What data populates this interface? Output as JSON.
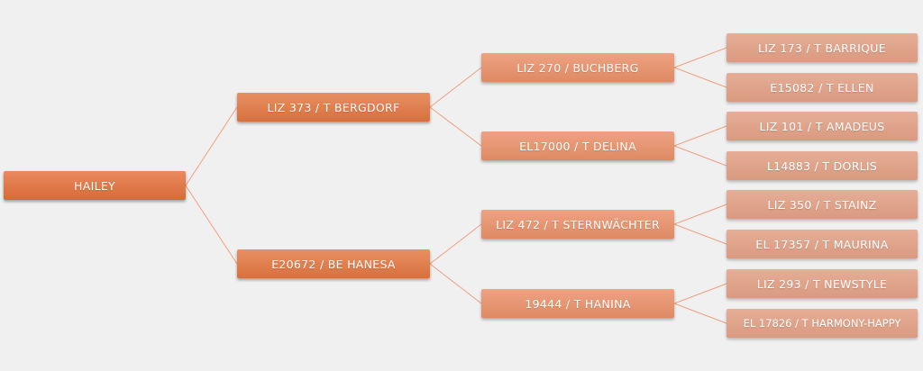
{
  "diagram": {
    "type": "pedigree-tree",
    "root": {
      "label": "HAILEY",
      "parents": [
        {
          "label": "LIZ 373 / T BERGDORF",
          "parents": [
            {
              "label": "LIZ 270 / BUCHBERG",
              "parents": [
                {
                  "label": "LIZ 173 / T BARRIQUE"
                },
                {
                  "label": "E15082 / T ELLEN"
                }
              ]
            },
            {
              "label": "EL17000 / T DELINA",
              "parents": [
                {
                  "label": "LIZ 101 / T AMADEUS"
                },
                {
                  "label": "L14883 / T DORLIS"
                }
              ]
            }
          ]
        },
        {
          "label": "E20672 / BE HANESA",
          "parents": [
            {
              "label": "LIZ 472 / T STERNWÄCHTER",
              "parents": [
                {
                  "label": "LIZ 350 / T STAINZ"
                },
                {
                  "label": "EL 17357 / T MAURINA"
                }
              ]
            },
            {
              "label": "19444 / T HANINA",
              "parents": [
                {
                  "label": "LIZ 293 / T NEWSTYLE"
                },
                {
                  "label": "EL 17826 / T HARMONY-HAPPY"
                }
              ]
            }
          ]
        }
      ]
    },
    "colors": {
      "background": "#f0f0f0",
      "connector": "#f0a080",
      "node_text": "#ffffff"
    }
  }
}
